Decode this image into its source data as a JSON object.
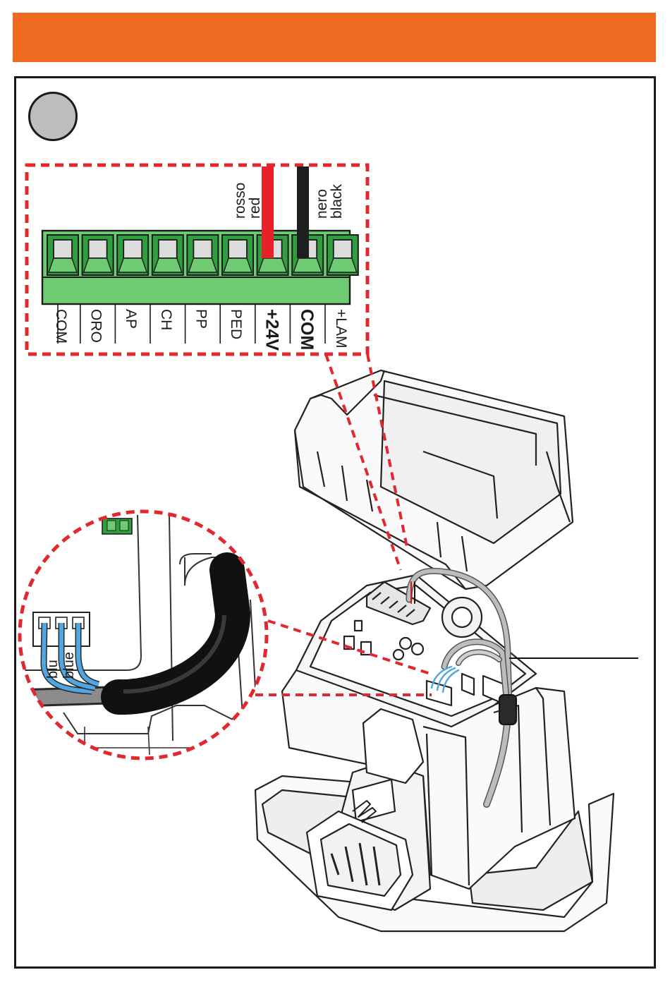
{
  "colors": {
    "header": "#EF6A21",
    "frame": "#1a1a1a",
    "step_circle_fill": "#BDBDBD",
    "terminal_green": "#6FCB72",
    "terminal_dark_green": "#2E9E3E",
    "callout_dashed_red": "#E0282E",
    "wire_red": "#E8202A",
    "wire_black": "#1E1E1E",
    "wire_blue": "#4FA6E0"
  },
  "terminal_block": {
    "labels": [
      "COM",
      "ORO",
      "AP",
      "CH",
      "PP",
      "PED",
      "+24V",
      "COM",
      "+LAM"
    ],
    "bold_flags": [
      false,
      false,
      false,
      false,
      false,
      false,
      true,
      true,
      false
    ]
  },
  "wires": {
    "red": {
      "line1": "rosso",
      "line2": "red"
    },
    "black": {
      "line1": "nero",
      "line2": "black"
    }
  },
  "detail": {
    "wire_labels": [
      "blu",
      "blue"
    ]
  }
}
